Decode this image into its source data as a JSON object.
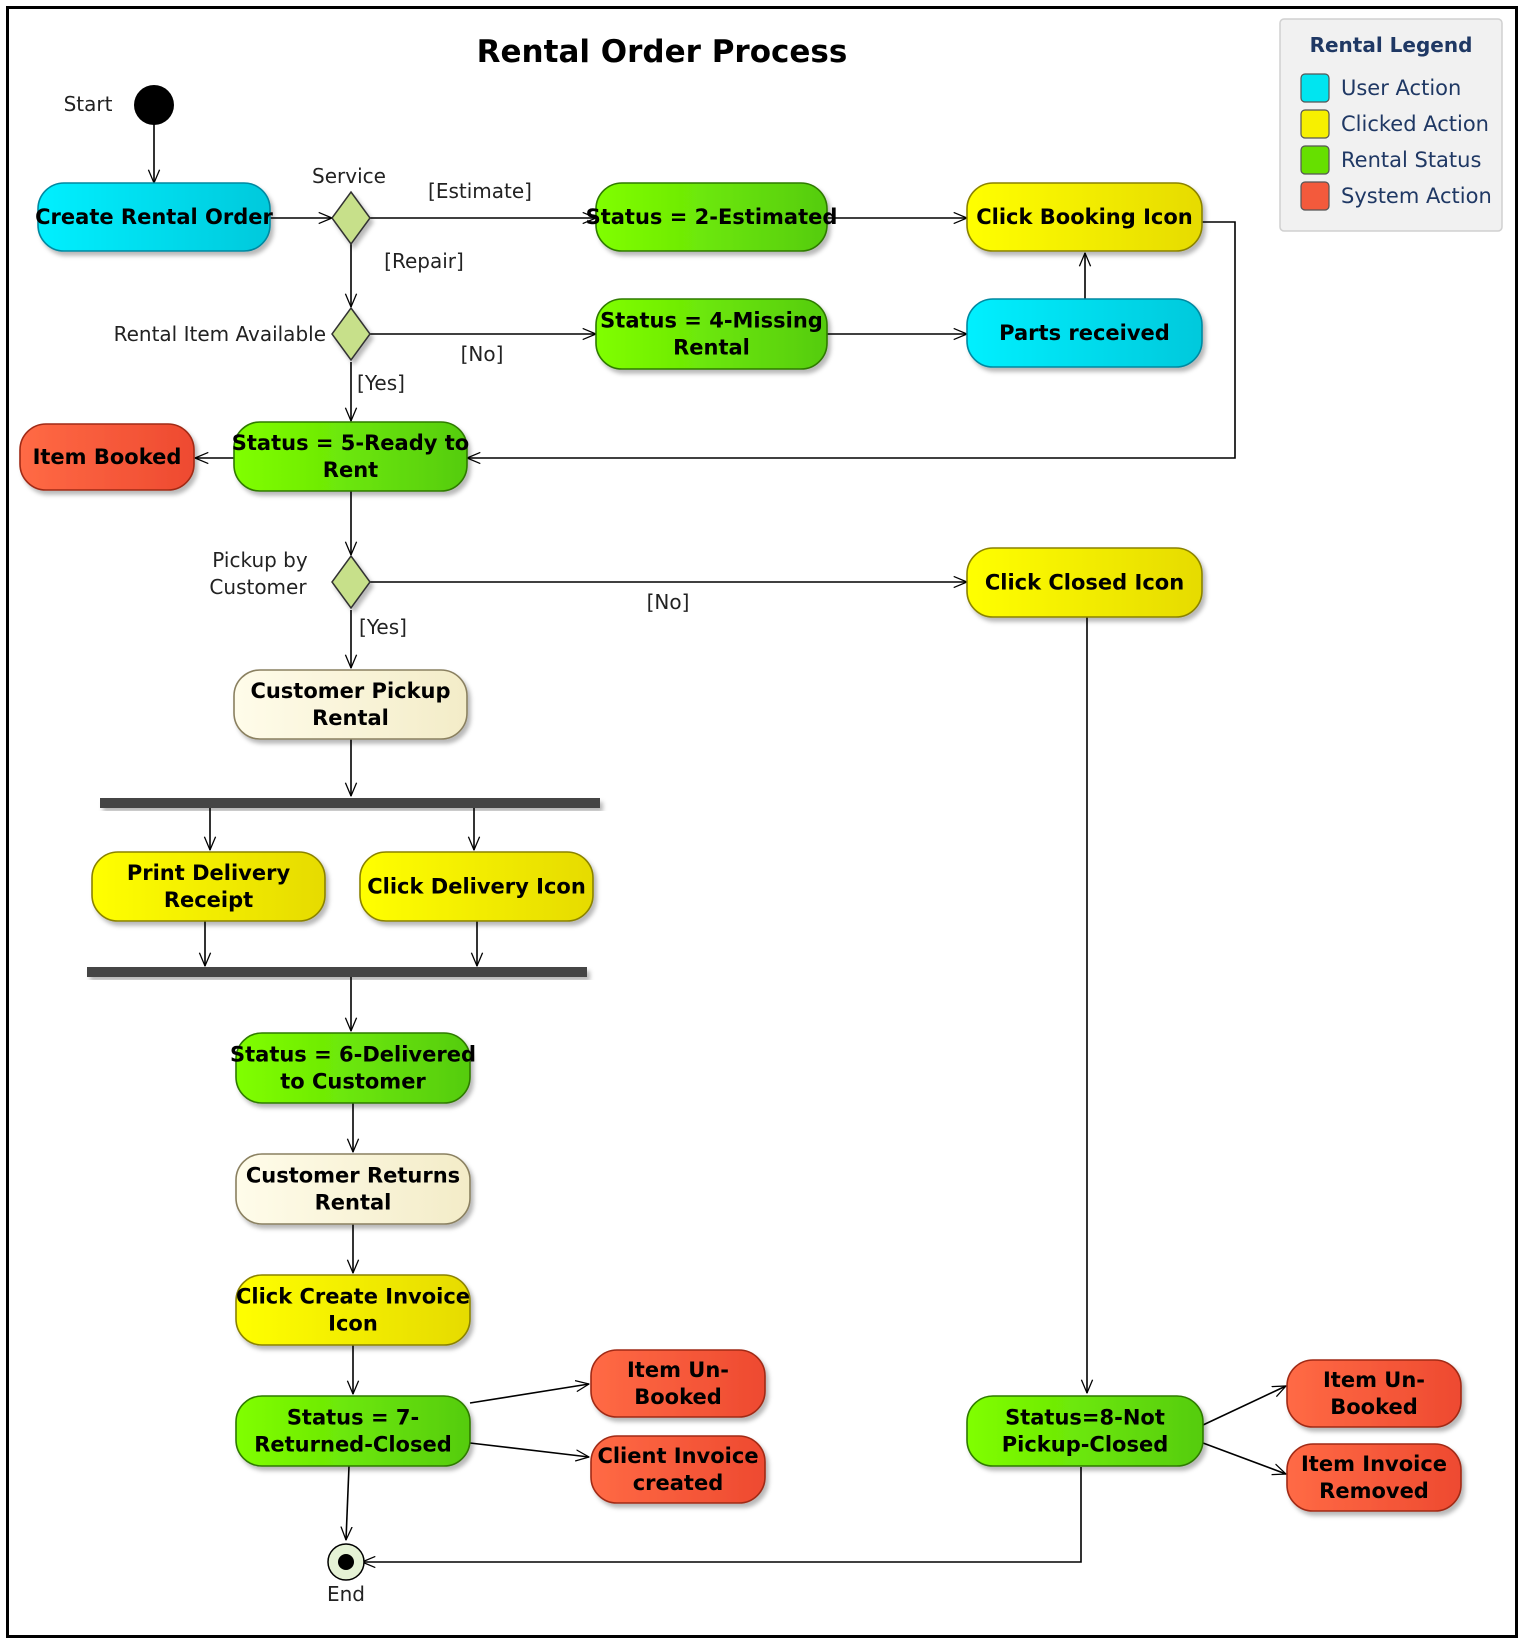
{
  "title": "Rental Order Process",
  "colors": {
    "user_action": "#00e5f0",
    "clicked_action": "#f7f000",
    "rental_status": "#66e000",
    "system_action": "#f35a3c",
    "neutral_action": "#fbf5d8",
    "decision": "#c7e08a"
  },
  "legend": {
    "title": "Rental Legend",
    "items": [
      {
        "label": "User Action",
        "color": "#00e5f0"
      },
      {
        "label": "Clicked Action",
        "color": "#f7f000"
      },
      {
        "label": "Rental Status",
        "color": "#66e000"
      },
      {
        "label": "System Action",
        "color": "#f35a3c"
      }
    ]
  },
  "nodes": {
    "create_rental_order": {
      "text": [
        "Create Rental Order"
      ]
    },
    "status_2": {
      "text": [
        "Status = 2-Estimated"
      ]
    },
    "click_booking": {
      "text": [
        "Click Booking Icon"
      ]
    },
    "status_4": {
      "text": [
        "Status = 4-Missing",
        "Rental"
      ]
    },
    "parts_received": {
      "text": [
        "Parts received"
      ]
    },
    "item_booked": {
      "text": [
        "Item Booked"
      ]
    },
    "status_5": {
      "text": [
        "Status = 5-Ready to",
        "Rent"
      ]
    },
    "click_closed": {
      "text": [
        "Click Closed Icon"
      ]
    },
    "customer_pickup": {
      "text": [
        "Customer Pickup",
        "Rental"
      ]
    },
    "print_delivery": {
      "text": [
        "Print Delivery",
        "Receipt"
      ]
    },
    "click_delivery": {
      "text": [
        "Click Delivery Icon"
      ]
    },
    "status_6": {
      "text": [
        "Status = 6-Delivered",
        "to Customer"
      ]
    },
    "customer_returns": {
      "text": [
        "Customer Returns",
        "Rental"
      ]
    },
    "click_create_invoice": {
      "text": [
        "Click Create Invoice",
        "Icon"
      ]
    },
    "status_7": {
      "text": [
        "Status = 7-",
        "Returned-Closed"
      ]
    },
    "item_unbooked_1": {
      "text": [
        "Item Un-",
        "Booked"
      ]
    },
    "client_invoice": {
      "text": [
        "Client Invoice",
        "created"
      ]
    },
    "status_8": {
      "text": [
        "Status=8-Not",
        "Pickup-Closed"
      ]
    },
    "item_unbooked_2": {
      "text": [
        "Item Un-",
        "Booked"
      ]
    },
    "item_invoice_removed": {
      "text": [
        "Item Invoice",
        "Removed"
      ]
    }
  },
  "labels": {
    "start": "Start",
    "end": "End",
    "service": "Service",
    "rental_item_available": "Rental Item Available",
    "pickup_line1": "Pickup by",
    "pickup_line2": "Customer",
    "estimate": "[Estimate]",
    "repair": "[Repair]",
    "no_1": "[No]",
    "yes_1": "[Yes]",
    "no_2": "[No]",
    "yes_2": "[Yes]"
  }
}
